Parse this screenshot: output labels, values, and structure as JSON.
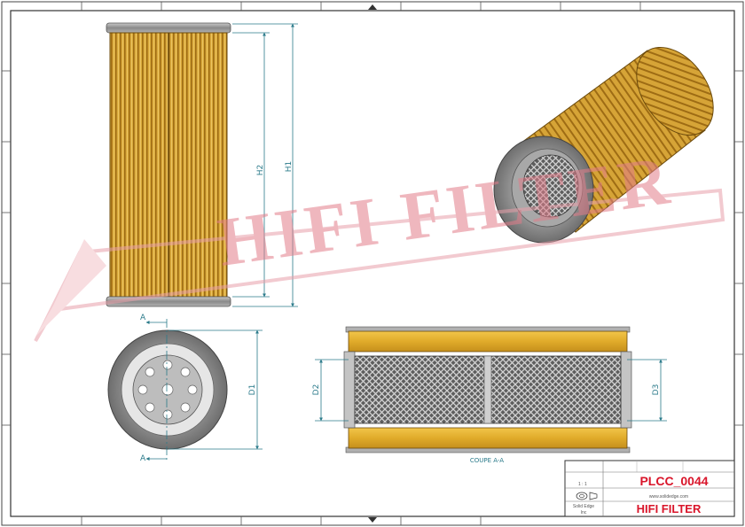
{
  "drawing": {
    "watermark": "HIFI FILTER",
    "dimensions": {
      "h1": "H1",
      "h2": "H2",
      "d1": "D1",
      "d2": "D2",
      "d3": "D3",
      "section_mark": "A",
      "section_caption": "COUPE A-A"
    }
  },
  "title_block": {
    "part_number": "PLCC_0044",
    "website": "www.solidedge.com",
    "brand": "HIFI FILTER",
    "software_line1": "Solid Edge",
    "software_line2": "Inc",
    "scale": "1 : 1"
  },
  "colors": {
    "filter_yellow": "#d9a93a",
    "filter_dark": "#9e6c14",
    "metal_gray": "#8e8e8e",
    "dimension": "#2a7a8a",
    "watermark": "#e8a0aa",
    "brand_red": "#d9152a"
  }
}
